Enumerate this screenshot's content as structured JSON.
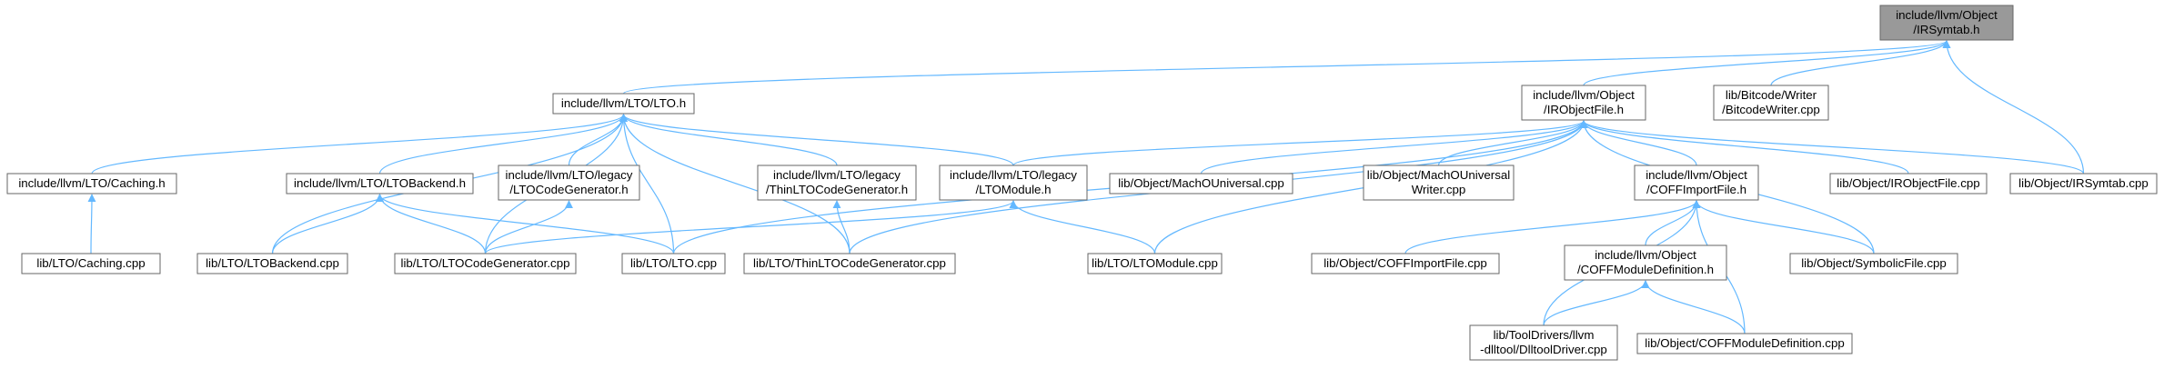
{
  "nodes": [
    {
      "id": "irsymtab_h",
      "lines": [
        "include/llvm/Object",
        "/IRSymtab.h"
      ],
      "focus": true
    },
    {
      "id": "lto_h",
      "lines": [
        "include/llvm/LTO/LTO.h"
      ]
    },
    {
      "id": "irobjectfile_h",
      "lines": [
        "include/llvm/Object",
        "/IRObjectFile.h"
      ]
    },
    {
      "id": "bitcodewriter_cpp",
      "lines": [
        "lib/Bitcode/Writer",
        "/BitcodeWriter.cpp"
      ]
    },
    {
      "id": "caching_h",
      "lines": [
        "include/llvm/LTO/Caching.h"
      ]
    },
    {
      "id": "ltobackend_h",
      "lines": [
        "include/llvm/LTO/LTOBackend.h"
      ]
    },
    {
      "id": "legacy_ltocodegen_h",
      "lines": [
        "include/llvm/LTO/legacy",
        "/LTOCodeGenerator.h"
      ]
    },
    {
      "id": "legacy_thinltocodegen_h",
      "lines": [
        "include/llvm/LTO/legacy",
        "/ThinLTOCodeGenerator.h"
      ]
    },
    {
      "id": "legacy_ltomodule_h",
      "lines": [
        "include/llvm/LTO/legacy",
        "/LTOModule.h"
      ]
    },
    {
      "id": "machouniversal_cpp",
      "lines": [
        "lib/Object/MachOUniversal.cpp"
      ]
    },
    {
      "id": "machouniversalwriter_cpp",
      "lines": [
        "lib/Object/MachOUniversal",
        "Writer.cpp"
      ]
    },
    {
      "id": "coffimportfile_h",
      "lines": [
        "include/llvm/Object",
        "/COFFImportFile.h"
      ]
    },
    {
      "id": "irobjectfile_cpp",
      "lines": [
        "lib/Object/IRObjectFile.cpp"
      ]
    },
    {
      "id": "irsymtab_cpp",
      "lines": [
        "lib/Object/IRSymtab.cpp"
      ]
    },
    {
      "id": "caching_cpp",
      "lines": [
        "lib/LTO/Caching.cpp"
      ]
    },
    {
      "id": "ltobackend_cpp",
      "lines": [
        "lib/LTO/LTOBackend.cpp"
      ]
    },
    {
      "id": "ltocodegenerator_cpp",
      "lines": [
        "lib/LTO/LTOCodeGenerator.cpp"
      ]
    },
    {
      "id": "lto_cpp",
      "lines": [
        "lib/LTO/LTO.cpp"
      ]
    },
    {
      "id": "thinltocodegenerator_cpp",
      "lines": [
        "lib/LTO/ThinLTOCodeGenerator.cpp"
      ]
    },
    {
      "id": "ltomodule_cpp",
      "lines": [
        "lib/LTO/LTOModule.cpp"
      ]
    },
    {
      "id": "coffimportfile_cpp",
      "lines": [
        "lib/Object/COFFImportFile.cpp"
      ]
    },
    {
      "id": "coffmoduledefinition_h",
      "lines": [
        "include/llvm/Object",
        "/COFFModuleDefinition.h"
      ]
    },
    {
      "id": "symbolicfile_cpp",
      "lines": [
        "lib/Object/SymbolicFile.cpp"
      ]
    },
    {
      "id": "dlltooldriver_cpp",
      "lines": [
        "lib/ToolDrivers/llvm",
        "-dlltool/DlltoolDriver.cpp"
      ]
    },
    {
      "id": "coffmoduledefinition_cpp",
      "lines": [
        "lib/Object/COFFModuleDefinition.cpp"
      ]
    }
  ],
  "edges": [
    [
      "lto_h",
      "irsymtab_h"
    ],
    [
      "irobjectfile_h",
      "irsymtab_h"
    ],
    [
      "bitcodewriter_cpp",
      "irsymtab_h"
    ],
    [
      "irsymtab_cpp",
      "irsymtab_h"
    ],
    [
      "caching_h",
      "lto_h"
    ],
    [
      "ltobackend_h",
      "lto_h"
    ],
    [
      "legacy_ltocodegen_h",
      "lto_h"
    ],
    [
      "legacy_thinltocodegen_h",
      "lto_h"
    ],
    [
      "legacy_ltomodule_h",
      "lto_h"
    ],
    [
      "ltobackend_cpp",
      "lto_h"
    ],
    [
      "ltocodegenerator_cpp",
      "lto_h"
    ],
    [
      "lto_cpp",
      "lto_h"
    ],
    [
      "thinltocodegenerator_cpp",
      "lto_h"
    ],
    [
      "legacy_ltomodule_h",
      "irobjectfile_h"
    ],
    [
      "machouniversal_cpp",
      "irobjectfile_h"
    ],
    [
      "machouniversalwriter_cpp",
      "irobjectfile_h"
    ],
    [
      "coffimportfile_h",
      "irobjectfile_h"
    ],
    [
      "irobjectfile_cpp",
      "irobjectfile_h"
    ],
    [
      "irsymtab_cpp",
      "irobjectfile_h"
    ],
    [
      "symbolicfile_cpp",
      "irobjectfile_h"
    ],
    [
      "lto_cpp",
      "irobjectfile_h"
    ],
    [
      "thinltocodegenerator_cpp",
      "irobjectfile_h"
    ],
    [
      "ltomodule_cpp",
      "irobjectfile_h"
    ],
    [
      "caching_cpp",
      "caching_h"
    ],
    [
      "ltobackend_cpp",
      "ltobackend_h"
    ],
    [
      "ltocodegenerator_cpp",
      "ltobackend_h"
    ],
    [
      "lto_cpp",
      "ltobackend_h"
    ],
    [
      "ltocodegenerator_cpp",
      "legacy_ltocodegen_h"
    ],
    [
      "thinltocodegenerator_cpp",
      "legacy_thinltocodegen_h"
    ],
    [
      "ltocodegenerator_cpp",
      "legacy_ltomodule_h"
    ],
    [
      "ltomodule_cpp",
      "legacy_ltomodule_h"
    ],
    [
      "coffimportfile_cpp",
      "coffimportfile_h"
    ],
    [
      "coffmoduledefinition_h",
      "coffimportfile_h"
    ],
    [
      "symbolicfile_cpp",
      "coffimportfile_h"
    ],
    [
      "dlltooldriver_cpp",
      "coffimportfile_h"
    ],
    [
      "coffmoduledefinition_cpp",
      "coffimportfile_h"
    ],
    [
      "dlltooldriver_cpp",
      "coffmoduledefinition_h"
    ],
    [
      "coffmoduledefinition_cpp",
      "coffmoduledefinition_h"
    ]
  ],
  "colors": {
    "edge": "#63b8ff",
    "node_border": "#666666",
    "focus_fill": "#999999"
  }
}
